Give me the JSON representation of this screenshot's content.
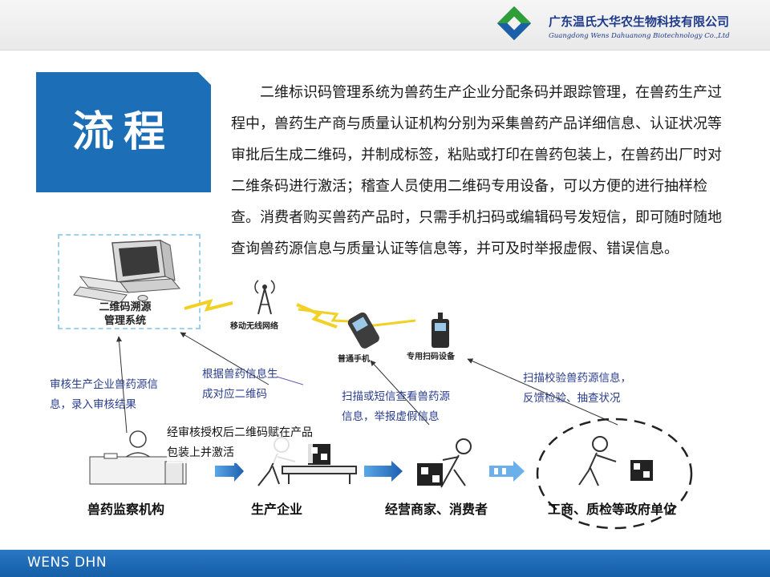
{
  "header": {
    "company_cn": "广东温氏大华农生物科技有限公司",
    "company_en": "Guangdong Wens Dahuanong Biotechnology Co.,Ltd",
    "logo_icon": "wens-diamond-logo"
  },
  "title": "流程",
  "paragraph": "二维标识码管理系统为兽药生产企业分配条码并跟踪管理，在兽药生产过程中，兽药生产商与质量认证机构分别为采集兽药产品详细信息、认证状况等审批后生成二维码，并制成标签，粘贴或打印在兽药包装上，在兽药出厂时对二维条码进行激活；稽查人员使用二维码专用设备，可以方便的进行抽样检查。消费者购买兽药产品时，只需手机扫码或编辑码号发短信，即可随时随地查询兽药源信息与质量认证等信息等，并可及时举报虚假、错误信息。",
  "diagram": {
    "system_label_line1": "二维码溯源",
    "system_label_line2": "管理系统",
    "network_label": "移动无线网络",
    "phone_label": "普通手机",
    "scanner_label": "专用扫码设备",
    "note_review": [
      "审核生产企业兽药源信",
      "息，录入审核结果"
    ],
    "note_generate": [
      "根据兽药信息生",
      "成对应二维码"
    ],
    "note_authorize": [
      "经审核授权后二维码赋在产品",
      "包装上并激活"
    ],
    "note_scan_sms": [
      "扫描或短信查看兽药源",
      "信息，举报虚假信息"
    ],
    "note_verify": [
      "扫描校验兽药源信息，",
      "反馈检验、抽查状况"
    ],
    "nodes": [
      "兽药监察机构",
      "生产企业",
      "经营商家、消费者",
      "工商、质检等政府单位"
    ]
  },
  "footer": {
    "text": "WENS DHN"
  },
  "colors": {
    "primary_blue": "#1c6fb7",
    "footer_blue": "#1a66b3",
    "note_blue": "#2a3e8c",
    "dashed_box": "#9fd0ec"
  }
}
